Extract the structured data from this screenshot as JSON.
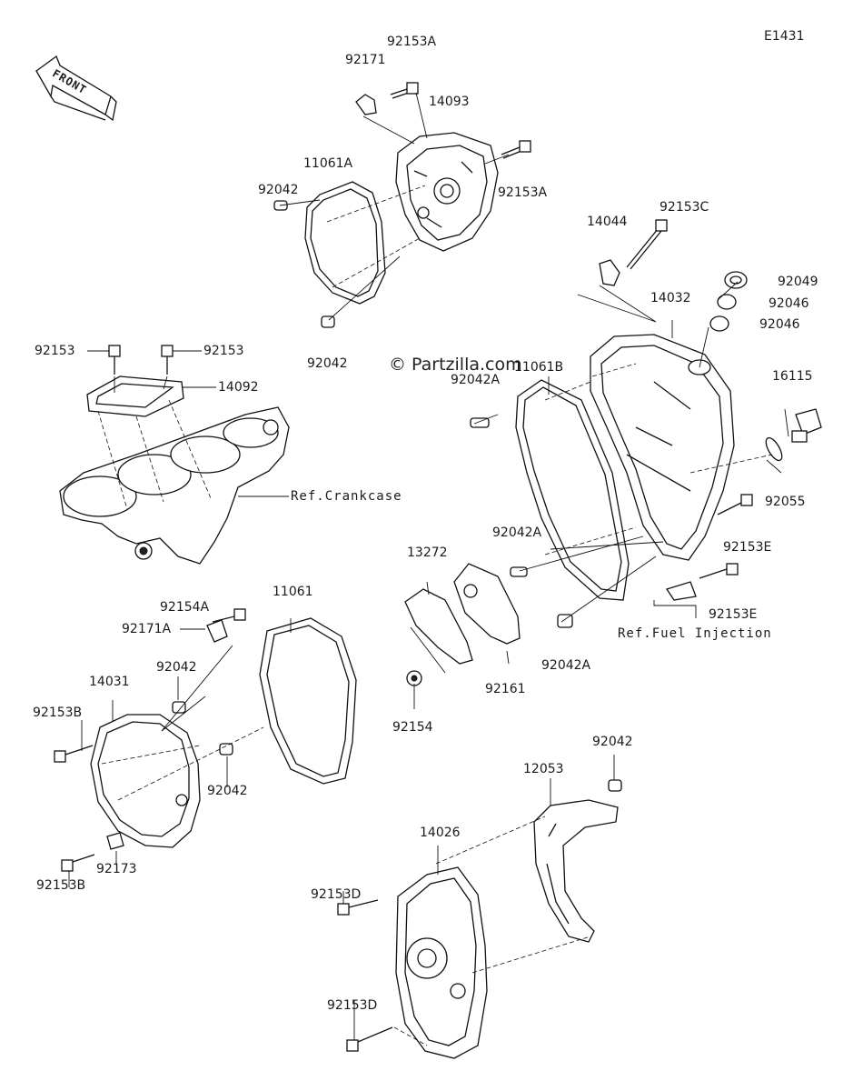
{
  "diagram": {
    "code": "E1431",
    "watermark": "© Partzilla.com",
    "front_label": "FRONT",
    "labels": {
      "p92153A_top": "92153A",
      "p92171": "92171",
      "p14093": "14093",
      "p11061A": "11061A",
      "p92042_a": "92042",
      "p92153A_right": "92153A",
      "p92042_b": "92042",
      "p92153C": "92153C",
      "p14044": "14044",
      "p92049": "92049",
      "p14032": "14032",
      "p92046_a": "92046",
      "p92046_b": "92046",
      "p11061B": "11061B",
      "p92042A_a": "92042A",
      "p16115": "16115",
      "p92153_left": "92153",
      "p92153_right": "92153",
      "p14092": "14092",
      "ref_crankcase": "Ref.Crankcase",
      "p92055": "92055",
      "p92153E_a": "92153E",
      "p92042A_b": "92042A",
      "p13272": "13272",
      "p11061": "11061",
      "p92154A": "92154A",
      "p92171A": "92171A",
      "p92153E_b": "92153E",
      "ref_fuel": "Ref.Fuel Injection",
      "p92042_c": "92042",
      "p14031": "14031",
      "p92042A_c": "92042A",
      "p92161": "92161",
      "p92153B_a": "92153B",
      "p92154": "92154",
      "p92042_d": "92042",
      "p92042_e": "92042",
      "p12053": "12053",
      "p14026": "14026",
      "p92173": "92173",
      "p92153B_b": "92153B",
      "p92153D_a": "92153D",
      "p92153D_b": "92153D"
    }
  }
}
